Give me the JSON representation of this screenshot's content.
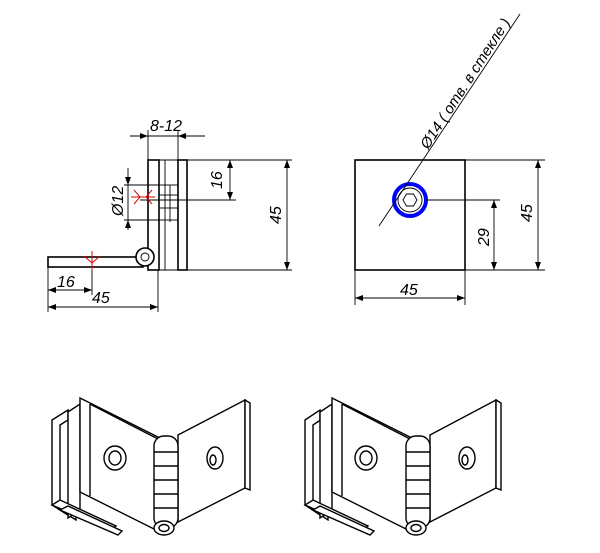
{
  "dimensions": {
    "side_view": {
      "gap": "8-12",
      "hole_diameter": "Ø12",
      "hole_height": "16",
      "height": "45",
      "bolt_offset": "16",
      "width": "45"
    },
    "front_view": {
      "hole_callout": "Ø14 ( отв. в стекле )",
      "hole_center_height": "29",
      "height": "45",
      "width": "45"
    }
  },
  "colors": {
    "outline": "#000000",
    "centerline": "#e00000",
    "hole_highlight": "#0000ff",
    "background": "#ffffff"
  }
}
